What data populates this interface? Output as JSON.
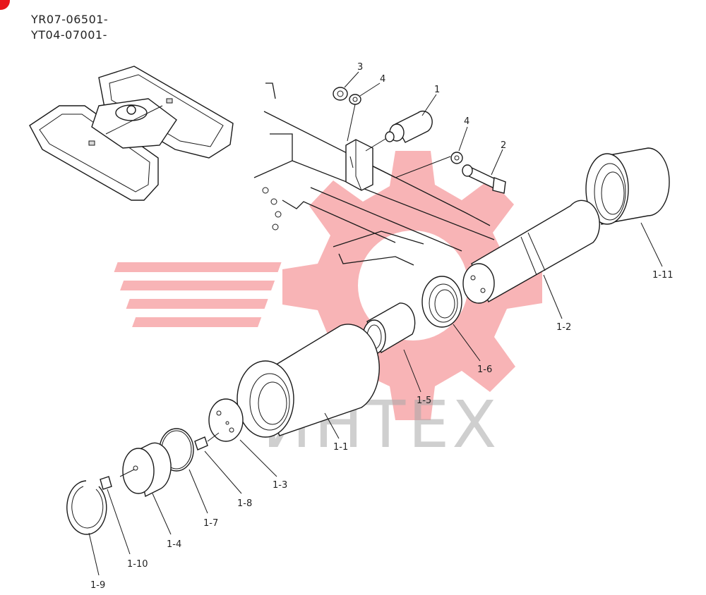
{
  "serials": [
    "YR07-06501-",
    "YT04-07001-"
  ],
  "watermark": {
    "text": "ИНТЕХ",
    "color": "#e8151b"
  },
  "callouts": {
    "p3": "3",
    "p4a": "4",
    "p1": "1",
    "p4b": "4",
    "p2": "2",
    "p1_11": "1-11",
    "p1_2": "1-2",
    "p1_6": "1-6",
    "p1_5": "1-5",
    "p1_1": "1-1",
    "p1_3": "1-3",
    "p1_8": "1-8",
    "p1_7": "1-7",
    "p1_4": "1-4",
    "p1_10": "1-10",
    "p1_9": "1-9"
  }
}
